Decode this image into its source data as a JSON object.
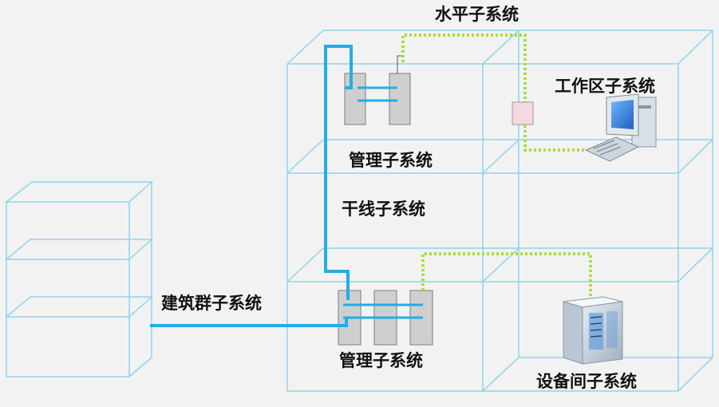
{
  "labels": {
    "horizontal": "水平子系统",
    "work_area": "工作区子系统",
    "mgmt_top": "管理子系统",
    "backbone": "干线子系统",
    "campus": "建筑群子系统",
    "mgmt_bottom": "管理子系统",
    "equipment_room": "设备间子系统"
  },
  "colors": {
    "frame": "#8fd3ec",
    "backbone_cable": "#22aee6",
    "horizontal_cable": "#a6de3f",
    "rack_fill": "#cfcfcf",
    "rack_border": "#7d7d7d",
    "background": "#f2f2f2"
  },
  "icons": {
    "computer": "workstation-computer-icon",
    "server": "server-cabinet-icon"
  }
}
